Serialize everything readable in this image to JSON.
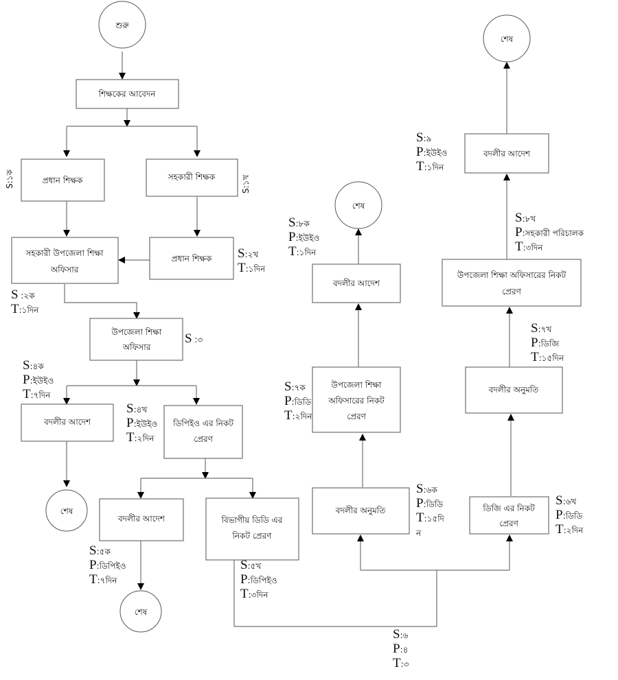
{
  "diagram": {
    "type": "flowchart",
    "nodes": {
      "start": {
        "label": "শুরু",
        "shape": "circle"
      },
      "teacher_application": {
        "label": "শিক্ষকের আবেদন",
        "shape": "rect"
      },
      "head_teacher_1": {
        "label": "প্রধান শিক্ষক",
        "shape": "rect"
      },
      "assistant_teacher": {
        "label": "সহকারী শিক্ষক",
        "shape": "rect"
      },
      "head_teacher_2": {
        "label": "প্রধান শিক্ষক",
        "shape": "rect"
      },
      "asst_upazila_officer": {
        "lines": [
          "সহকারী উপজেলা শিক্ষা",
          "অফিসার"
        ],
        "shape": "rect"
      },
      "upazila_officer": {
        "lines": [
          "উপজেলা শিক্ষা",
          "অফিসার"
        ],
        "shape": "rect"
      },
      "transfer_order_1": {
        "label": "বদলীর আদেশ",
        "shape": "rect"
      },
      "send_to_dpeo": {
        "lines": [
          "ডিপিইও এর নিকট",
          "প্রেরণ"
        ],
        "shape": "rect"
      },
      "end_1": {
        "label": "শেষ",
        "shape": "circle"
      },
      "transfer_order_2": {
        "label": "বদলীর আদেশ",
        "shape": "rect"
      },
      "send_to_divisional_dd": {
        "lines": [
          "বিভাগীয় ডিডি এর",
          "নিকট প্রেরণ"
        ],
        "shape": "rect"
      },
      "end_2": {
        "label": "শেষ",
        "shape": "circle"
      },
      "transfer_permission_1": {
        "label": "বদলীর অনুমতি",
        "shape": "rect"
      },
      "send_to_upazila_officer_1": {
        "lines": [
          "উপজেলা শিক্ষা",
          "অফিসারের নিকট",
          "প্রেরণ"
        ],
        "shape": "rect"
      },
      "transfer_order_3": {
        "label": "বদলীর আদেশ",
        "shape": "rect"
      },
      "end_3": {
        "label": "শেষ",
        "shape": "circle"
      },
      "send_to_dg": {
        "lines": [
          "ডিজি এর নিকট",
          "প্রেরণ"
        ],
        "shape": "rect"
      },
      "transfer_permission_2": {
        "label": "বদলীর অনুমতি",
        "shape": "rect"
      },
      "send_to_upazila_officer_2": {
        "lines": [
          "উপজেলা শিক্ষা অফিসারের নিকট",
          "প্রেরণ"
        ],
        "shape": "rect"
      },
      "transfer_order_4": {
        "label": "বদলীর আদেশ",
        "shape": "rect"
      },
      "end_4": {
        "label": "শেষ",
        "shape": "circle"
      }
    },
    "annotations": {
      "s1ka": {
        "S": "S:১ক"
      },
      "s1kha": {
        "S": "S:১খ"
      },
      "s2kha": {
        "S": ":২খ",
        "T": ":১দিন"
      },
      "s2ka": {
        "S": " :২ক",
        "T": ":১দিন"
      },
      "s3": {
        "S": " :৩"
      },
      "s4ka": {
        "S": ":৪ক",
        "P": ":ইউইও",
        "T": ":৭দিন"
      },
      "s4kha": {
        "S": ":৪খ",
        "P": ":ইউইও",
        "T": ":২দিন"
      },
      "s5ka": {
        "S": ":৫ক",
        "P": ":ডিপিইও",
        "T": ":৭দিন"
      },
      "s5kha": {
        "S": ":৫খ",
        "P": ":ডিপিইও",
        "T": ":৩দিন"
      },
      "s6": {
        "S": ":৬",
        "P": ":৪",
        "T": ":৩"
      },
      "s6ka": {
        "S": ":৬ক",
        "P": ":ডিডি",
        "T": ":১৫দি",
        "T2": "ন"
      },
      "s6kha": {
        "S": ":৬খ",
        "P": ":ডিডি",
        "T": ":২দিন"
      },
      "s7ka": {
        "S": ":৭ক",
        "P": ":ডিডি",
        "T": ":২দিন"
      },
      "s7kha": {
        "S": ":৭খ",
        "P": ":ডিজি",
        "T": ":১৫দিন"
      },
      "s8ka": {
        "S": ":৮ক",
        "P": ":ইউইও",
        "T": ":১দিন"
      },
      "s8kha": {
        "S": ":৮খ",
        "P": ":সহকারী পরিচালক",
        "T": ":৩দিন"
      },
      "s9": {
        "S": ":৯",
        "P": ":ইউইও",
        "T": ":১দিন"
      }
    },
    "keys": {
      "S": "S",
      "P": "P",
      "T": "T"
    }
  }
}
